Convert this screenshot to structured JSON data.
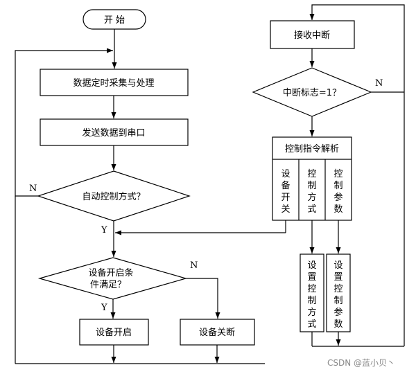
{
  "nodes": {
    "start": "开 始",
    "collect": "数据定时采集与处理",
    "send": "发送数据到串口",
    "auto_decision": "自动控制方式？",
    "cond_decision_line1": "设备开启条",
    "cond_decision_line2": "件满足？",
    "device_on": "设备开启",
    "device_off": "设备关断",
    "recv_int": "接收中断",
    "int_flag": "中断标志=1？",
    "parse": "控制指令解析",
    "col_switch": [
      "设",
      "备",
      "开",
      "关"
    ],
    "col_mode": [
      "控",
      "制",
      "方",
      "式"
    ],
    "col_param": [
      "控",
      "制",
      "参",
      "数"
    ],
    "set_mode": [
      "设",
      "置",
      "控",
      "制",
      "方",
      "式"
    ],
    "set_param": [
      "设",
      "置",
      "控",
      "制",
      "参",
      "数"
    ]
  },
  "labels": {
    "auto_no": "N",
    "auto_yes": "Y",
    "cond_no": "N",
    "cond_yes": "Y",
    "int_no": "N"
  },
  "watermark": "CSDN @蓝小贝丶"
}
